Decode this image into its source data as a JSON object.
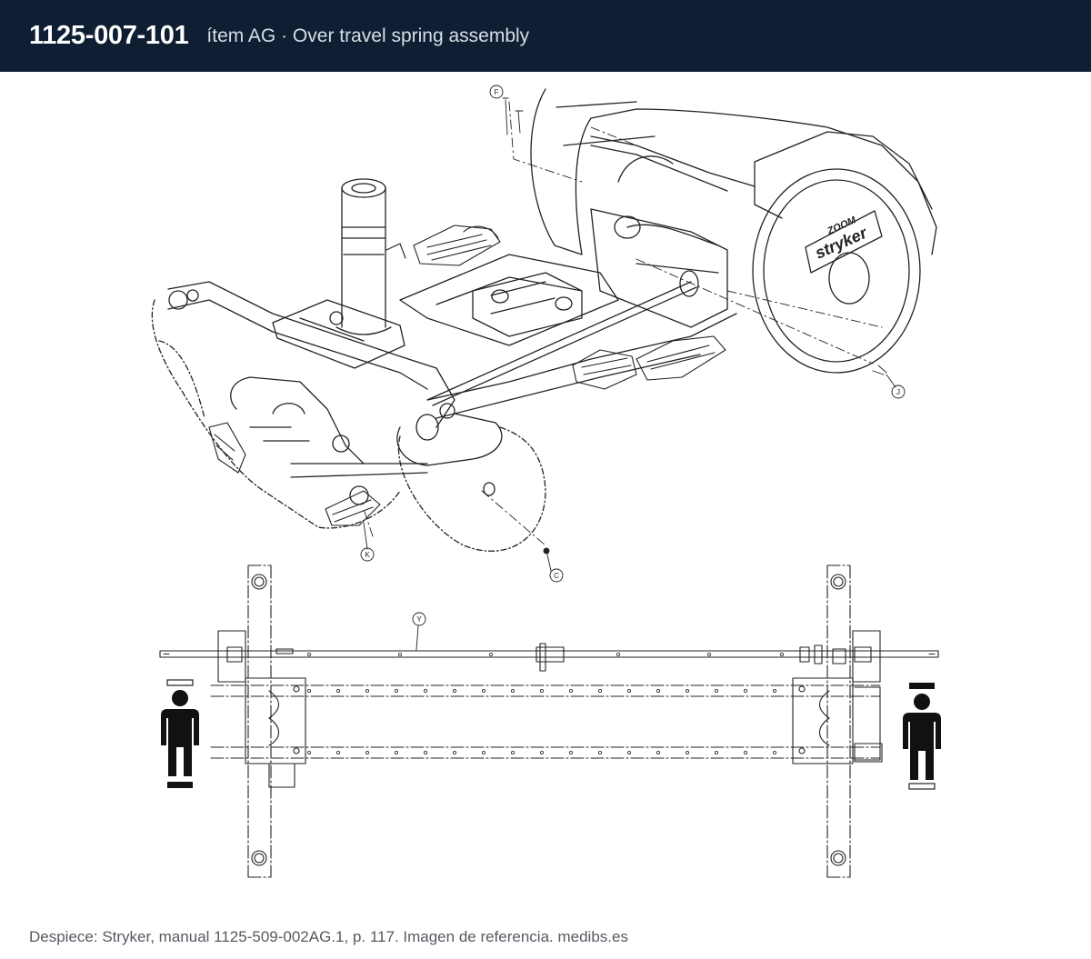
{
  "header": {
    "part_number": "1125-007-101",
    "description": "ítem AG · Over travel spring assembly"
  },
  "callouts": [
    {
      "id": "F",
      "label": "F"
    },
    {
      "id": "J",
      "label": "J"
    },
    {
      "id": "K",
      "label": "K"
    },
    {
      "id": "C",
      "label": "C"
    },
    {
      "id": "Y",
      "label": "Y"
    }
  ],
  "brand": {
    "logo_top": "ZOOM",
    "logo_bottom": "stryker"
  },
  "footer": {
    "source": "Despiece: Stryker, manual 1125-509-002AG.1, p. 117. Imagen de referencia. medibs.es"
  },
  "colors": {
    "header_bg": "#0f1f33",
    "line": "#222222"
  }
}
